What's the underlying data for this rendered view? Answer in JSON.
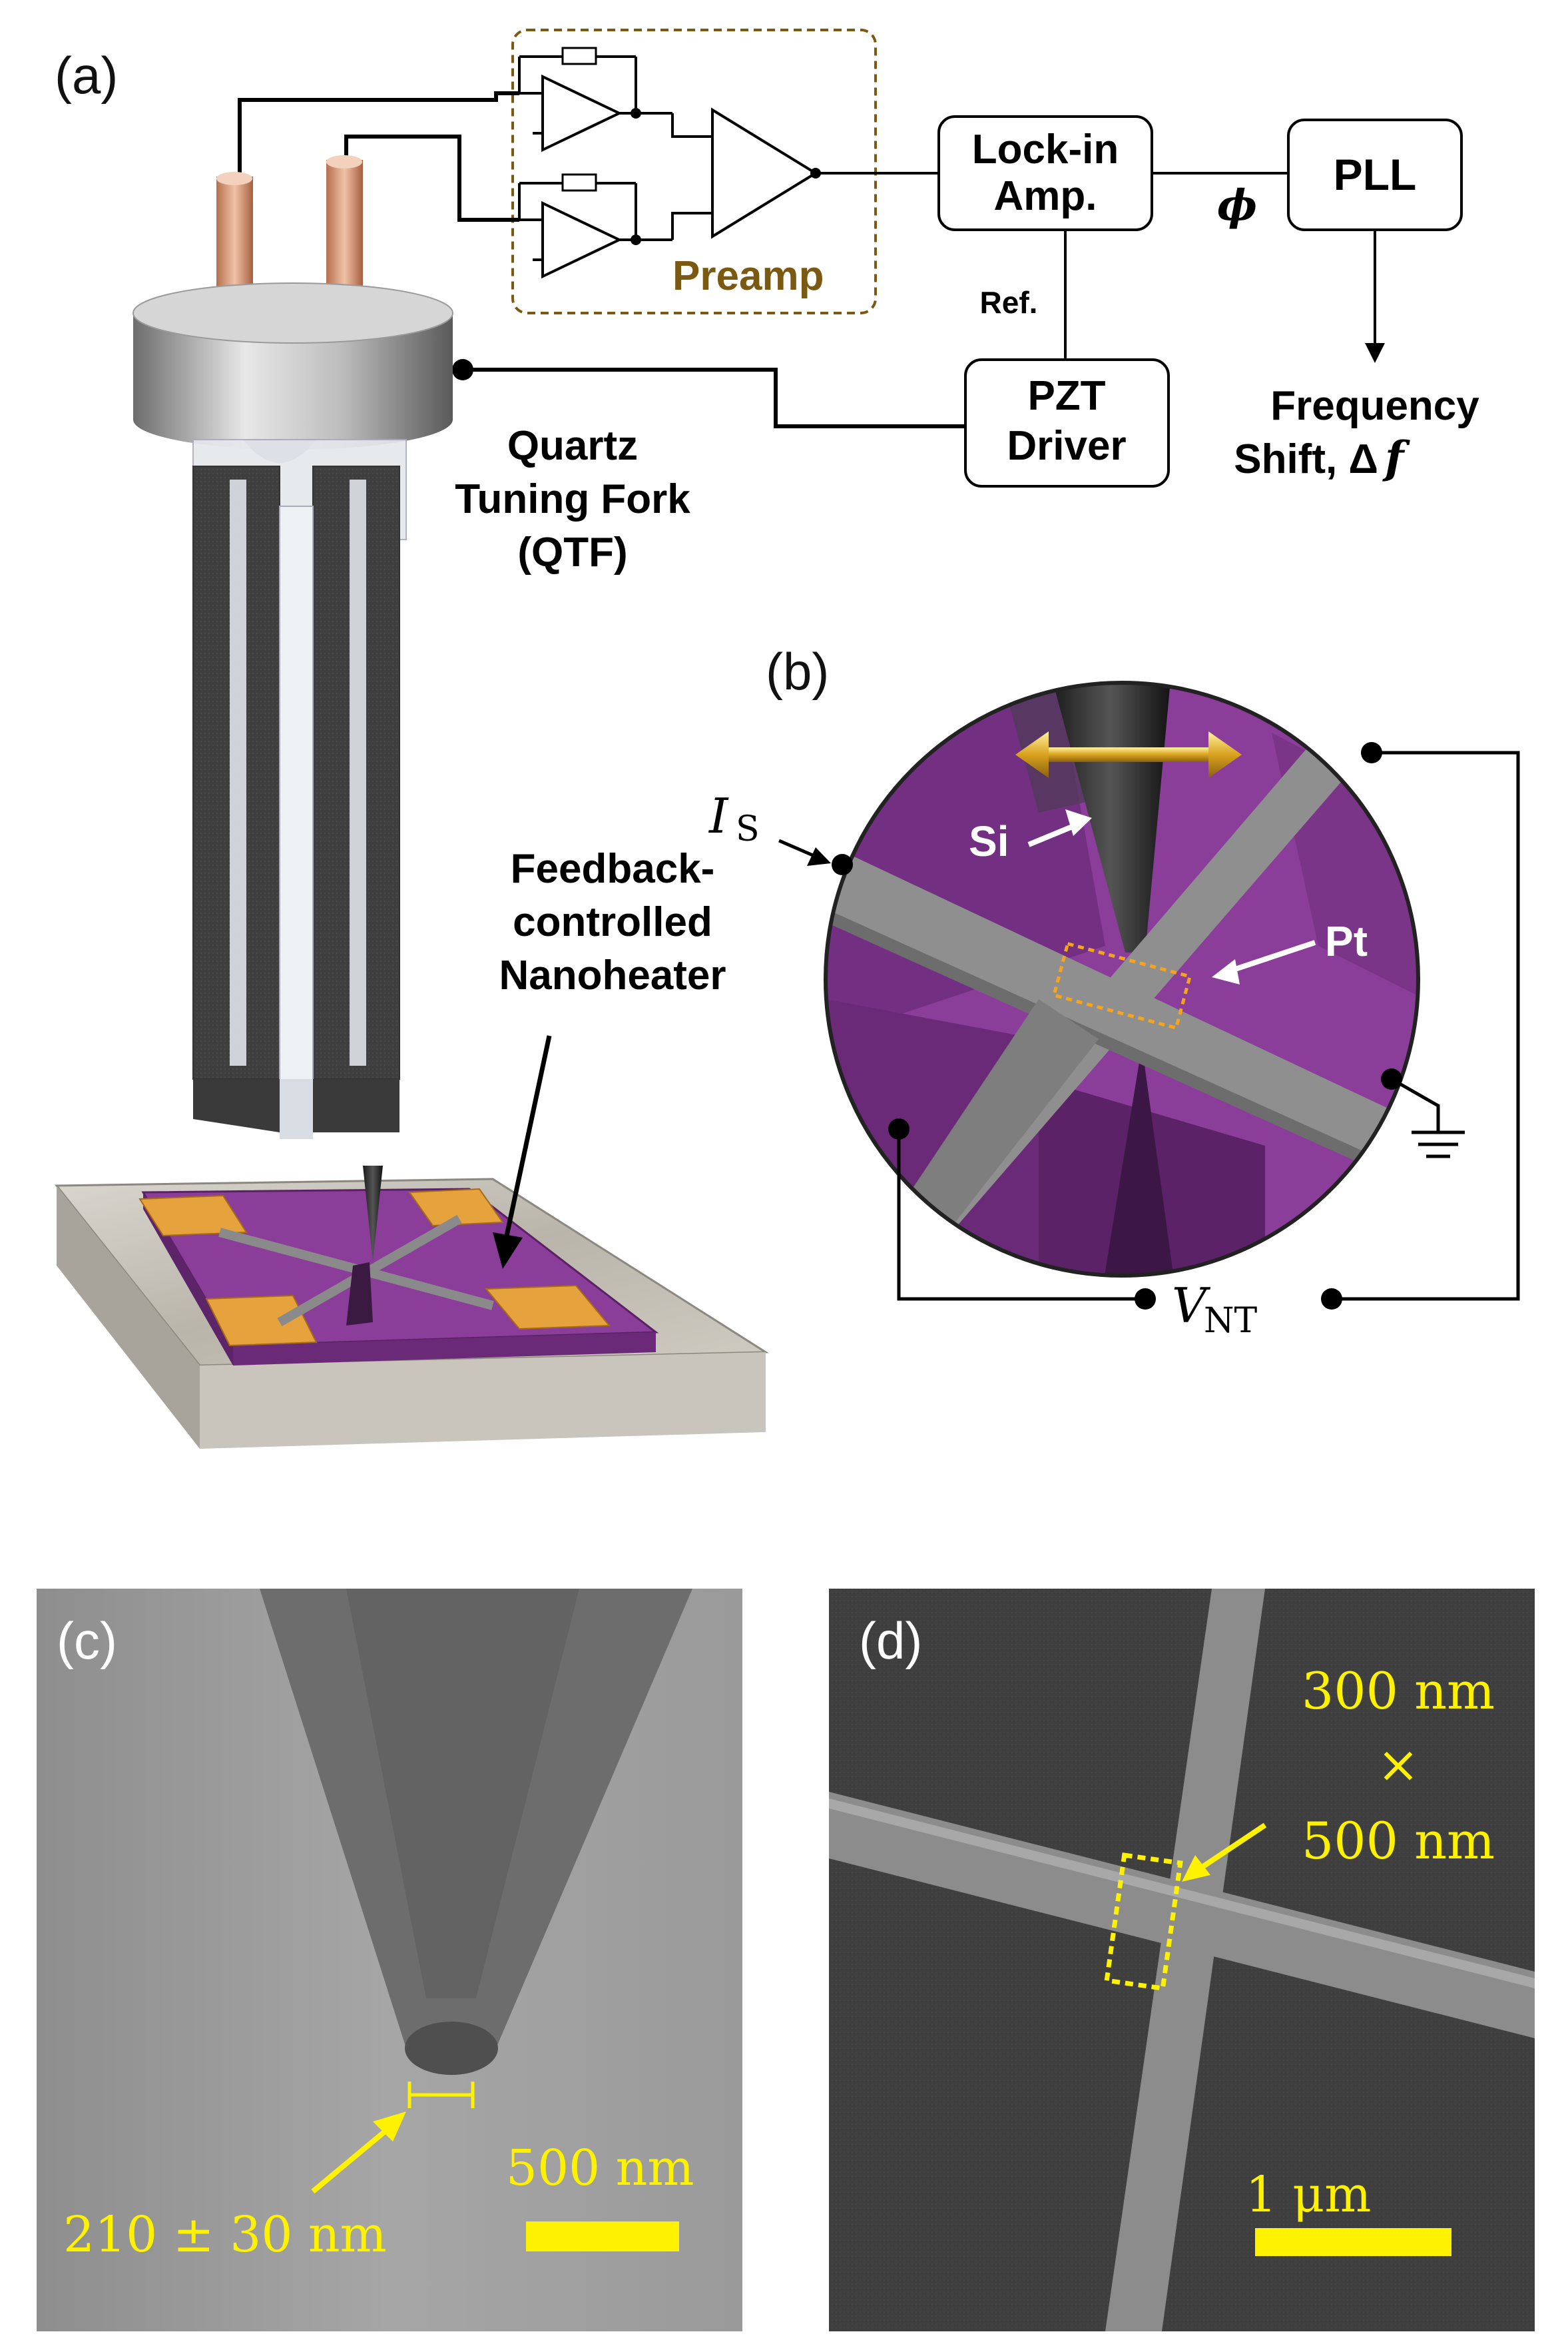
{
  "panel_a": {
    "label": "(a)",
    "preamp_label": "Preamp",
    "lockin_line1": "Lock-in",
    "lockin_line2": "Amp.",
    "phi": "ϕ",
    "pll": "PLL",
    "ref": "Ref.",
    "pzt_line1": "PZT",
    "pzt_line2": "Driver",
    "freq_line1": "Frequency",
    "freq_line2": "Shift, Δ",
    "freq_symbol": "f",
    "qtf_line1": "Quartz",
    "qtf_line2": "Tuning Fork",
    "qtf_line3": "(QTF)",
    "heater_line1": "Feedback-",
    "heater_line2": "controlled",
    "heater_line3": "Nanoheater"
  },
  "panel_b": {
    "label": "(b)",
    "si": "Si",
    "pt": "Pt",
    "is_main": "I",
    "is_sub": "S",
    "vnt_main": "V",
    "vnt_sub": "NT"
  },
  "panel_c": {
    "label": "(c)",
    "tip_size": "210 ± 30 nm",
    "scale": "500 nm"
  },
  "panel_d": {
    "label": "(d)",
    "dim_line1": "300 nm",
    "dim_line2": "×",
    "dim_line3": "500 nm",
    "scale": "1 μm"
  },
  "colors": {
    "annotation_yellow": "#fff200",
    "purple": "#7a3d8c",
    "preamp_brown": "#7a5a12",
    "gold_pad": "#e6a23c"
  }
}
